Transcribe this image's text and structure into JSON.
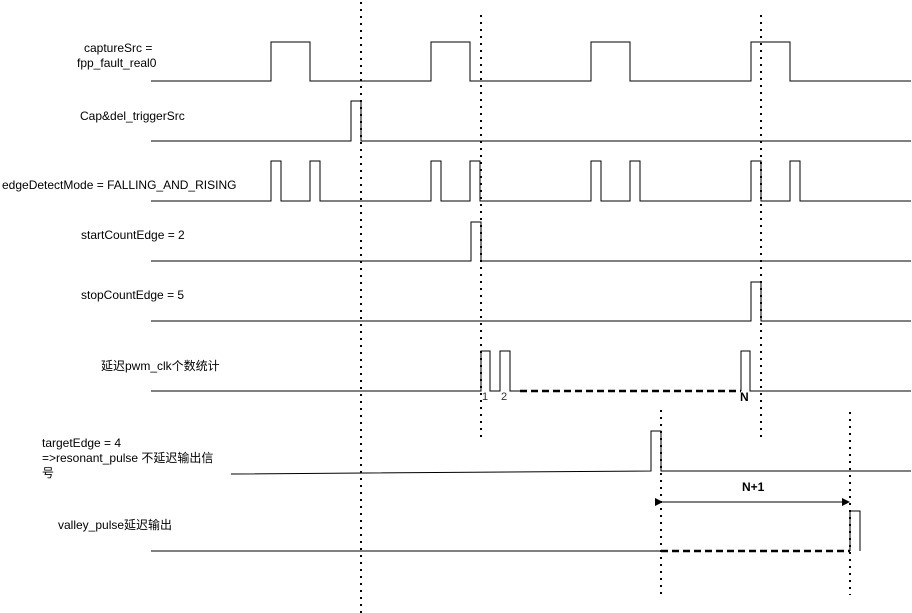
{
  "signals": {
    "capture_src": {
      "line1": "captureSrc =",
      "line2": "fpp_fault_real0"
    },
    "trigger_src": "Cap&del_triggerSrc",
    "edge_detect_mode": "edgeDetectMode  = FALLING_AND_RISING",
    "start_count_edge": "startCountEdge = 2",
    "stop_count_edge": "stopCountEdge = 5",
    "delay_count": "延迟pwm_clk个数统计",
    "target_edge": {
      "line1": "targetEdge = 4",
      "line2": "=>resonant_pulse 不延迟输出信",
      "line3": "号"
    },
    "valley_pulse": "valley_pulse延迟输出"
  },
  "pulse_labels": {
    "first": "1",
    "second": "2",
    "last": "N"
  },
  "delay_span_label": "N+1"
}
